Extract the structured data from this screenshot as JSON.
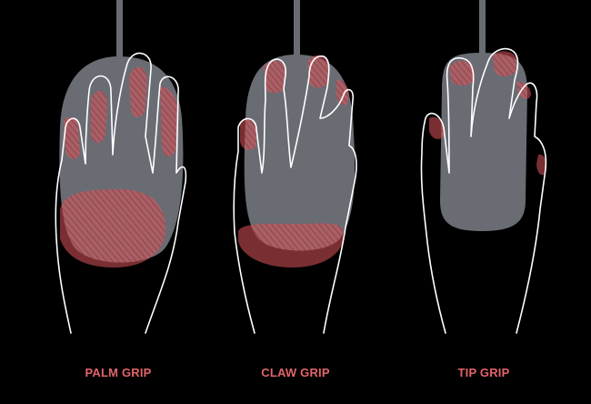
{
  "colors": {
    "background": "#000000",
    "mouse": "#6a6c74",
    "outline": "#ffffff",
    "contact": "#e2646a",
    "label": "#e2646a"
  },
  "grips": [
    {
      "label": "PALM GRIP",
      "icon": "palm-grip-illustration"
    },
    {
      "label": "CLAW GRIP",
      "icon": "claw-grip-illustration"
    },
    {
      "label": "TIP GRIP",
      "icon": "tip-grip-illustration"
    }
  ]
}
